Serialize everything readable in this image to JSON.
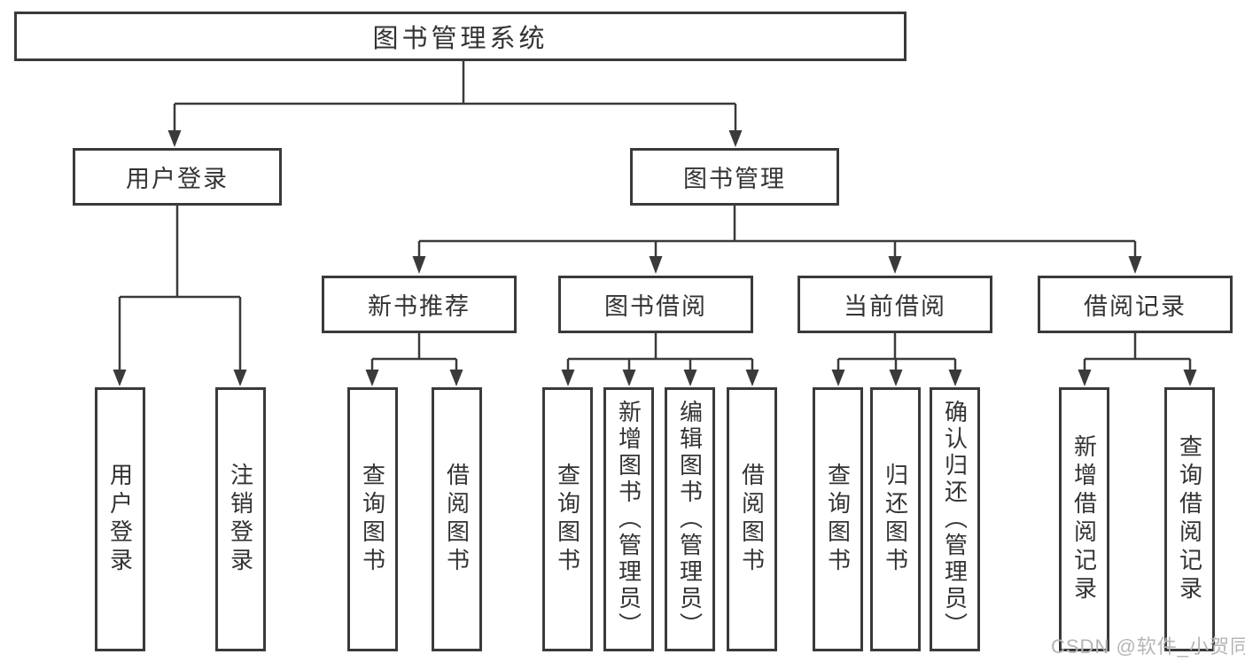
{
  "diagram": {
    "type": "tree-structure-chart",
    "root": {
      "label": "图书管理系统"
    },
    "level2": [
      {
        "label": "用户登录"
      },
      {
        "label": "图书管理"
      }
    ],
    "level3": [
      {
        "label": "新书推荐",
        "parent": "图书管理"
      },
      {
        "label": "图书借阅",
        "parent": "图书管理"
      },
      {
        "label": "当前借阅",
        "parent": "图书管理"
      },
      {
        "label": "借阅记录",
        "parent": "图书管理"
      }
    ],
    "leaves": [
      {
        "label": "用户登录",
        "parent": "用户登录"
      },
      {
        "label": "注销登录",
        "parent": "用户登录"
      },
      {
        "label": "查询图书",
        "parent": "新书推荐"
      },
      {
        "label": "借阅图书",
        "parent": "新书推荐"
      },
      {
        "label": "查询图书",
        "parent": "图书借阅"
      },
      {
        "label": "新增图书（管理员）",
        "parent": "图书借阅"
      },
      {
        "label": "编辑图书（管理员）",
        "parent": "图书借阅"
      },
      {
        "label": "借阅图书",
        "parent": "图书借阅"
      },
      {
        "label": "查询图书",
        "parent": "当前借阅"
      },
      {
        "label": "归还图书",
        "parent": "当前借阅"
      },
      {
        "label": "确认归还（管理员）",
        "parent": "当前借阅"
      },
      {
        "label": "新增借阅记录",
        "parent": "借阅记录"
      },
      {
        "label": "查询借阅记录",
        "parent": "借阅记录"
      }
    ],
    "colors": {
      "line": "#3a3a3a",
      "border": "#3a3a3a",
      "text": "#333333",
      "background": "#ffffff",
      "watermark_text": "#b5b5b5"
    }
  },
  "watermark": {
    "text": "CSDN @软件_小贺同学"
  }
}
